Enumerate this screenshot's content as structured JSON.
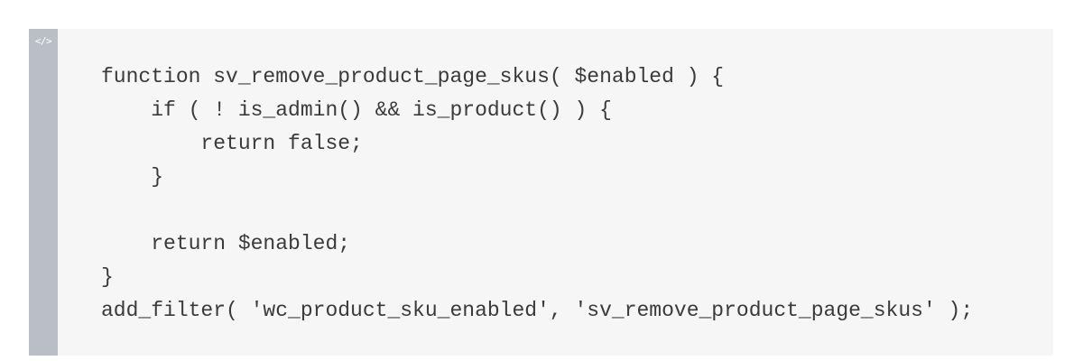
{
  "code_block": {
    "icon": "code-icon",
    "icon_glyph": "</>",
    "lines": [
      "function sv_remove_product_page_skus( $enabled ) {",
      "    if ( ! is_admin() && is_product() ) {",
      "        return false;",
      "    }",
      "",
      "    return $enabled;",
      "}",
      "add_filter( 'wc_product_sku_enabled', 'sv_remove_product_page_skus' );"
    ]
  },
  "colors": {
    "background": "#f6f6f6",
    "gutter": "#b9bec7",
    "text": "#3a3a3a"
  }
}
